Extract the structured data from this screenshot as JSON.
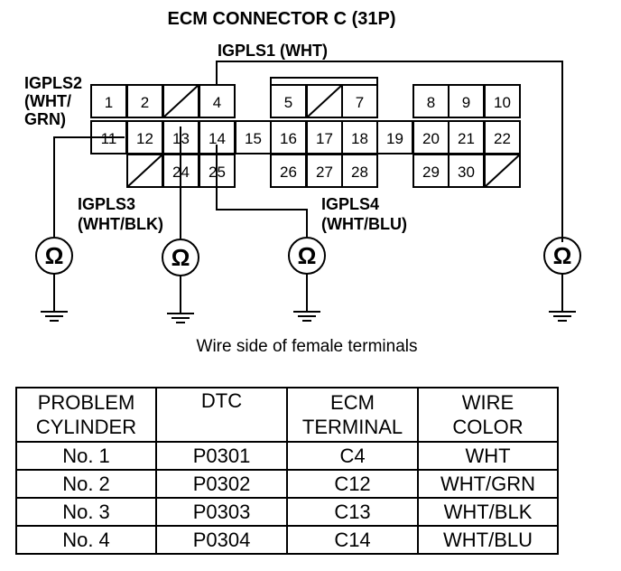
{
  "title": "ECM CONNECTOR C (31P)",
  "subtitle": "Wire side of female terminals",
  "labels": {
    "igpls1": "IGPLS1 (WHT)",
    "igpls2": [
      "IGPLS2",
      "(WHT/",
      "GRN)"
    ],
    "igpls3": [
      "IGPLS3",
      "(WHT/BLK)"
    ],
    "igpls4": [
      "IGPLS4",
      "(WHT/BLU)"
    ]
  },
  "meter_symbol": "Ω",
  "terminals": [
    "1",
    "2",
    "4",
    "5",
    "7",
    "8",
    "9",
    "10",
    "11",
    "12",
    "13",
    "14",
    "15",
    "16",
    "17",
    "18",
    "19",
    "20",
    "21",
    "22",
    "24",
    "25",
    "26",
    "27",
    "28",
    "29",
    "30"
  ],
  "table": {
    "headers": [
      [
        "PROBLEM",
        "CYLINDER"
      ],
      [
        "DTC"
      ],
      [
        "ECM",
        "TERMINAL"
      ],
      [
        "WIRE",
        "COLOR"
      ]
    ],
    "rows": [
      [
        "No. 1",
        "P0301",
        "C4",
        "WHT"
      ],
      [
        "No. 2",
        "P0302",
        "C12",
        "WHT/GRN"
      ],
      [
        "No. 3",
        "P0303",
        "C13",
        "WHT/BLK"
      ],
      [
        "No. 4",
        "P0304",
        "C14",
        "WHT/BLU"
      ]
    ]
  }
}
